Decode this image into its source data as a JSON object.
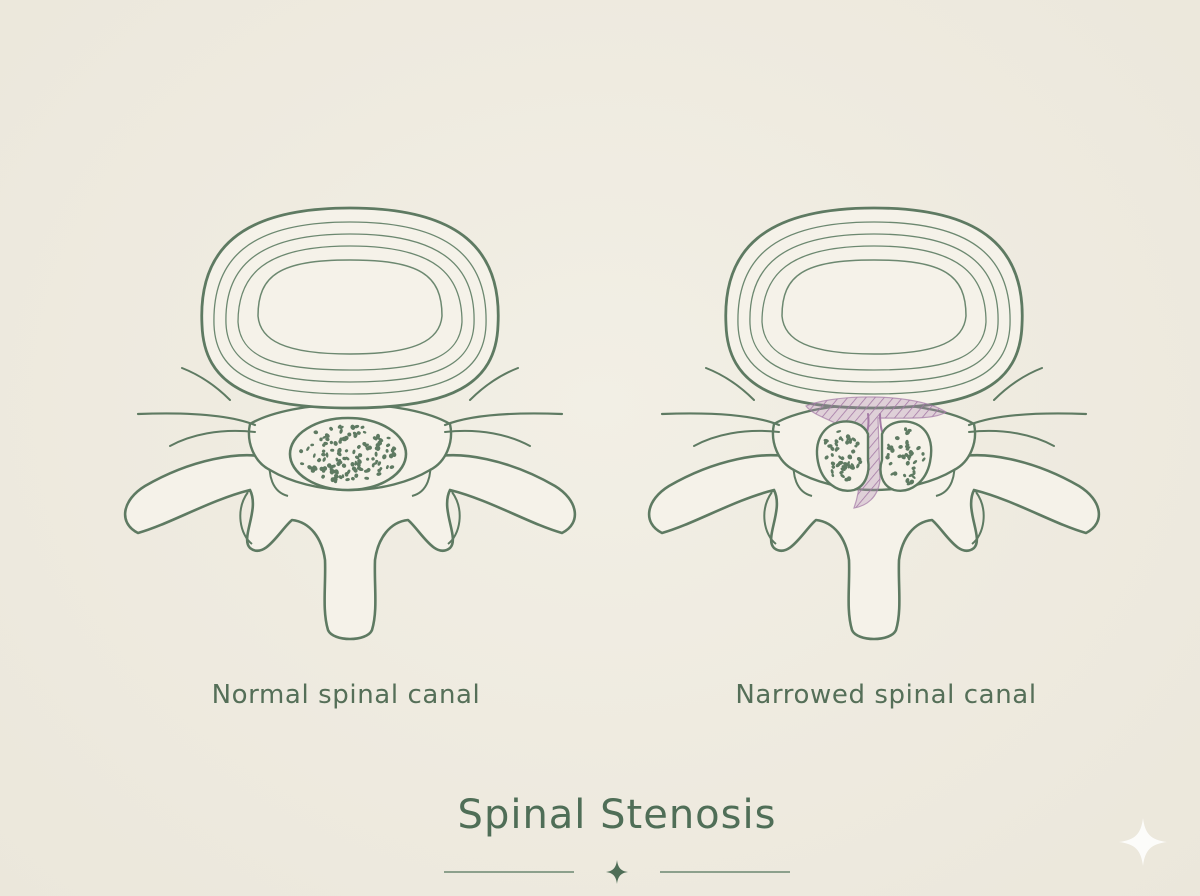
{
  "diagram": {
    "title": "Spinal Stenosis",
    "panels": [
      {
        "id": "normal",
        "caption": "Normal spinal canal"
      },
      {
        "id": "narrowed",
        "caption": "Narrowed spinal canal"
      }
    ],
    "colors": {
      "background": "#efebe0",
      "outline": "#5e7a62",
      "fill": "#f5f2e9",
      "text": "#556f58",
      "highlight": "#a47aa6"
    },
    "icons": [
      "sparkle-ornament-icon",
      "sparkle-watermark-icon"
    ]
  }
}
